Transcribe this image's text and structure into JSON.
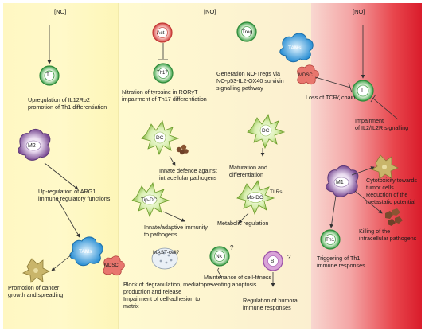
{
  "headers": {
    "left": "[NO]",
    "middle": "[NO]",
    "right": "[NO]"
  },
  "cells": {
    "t_left": "T",
    "m2": "M2",
    "tams_left": "TAMs",
    "mdsc_left": "MDSC",
    "act": "Act",
    "th17": "Th17",
    "dc1": "DC",
    "tip_dc": "Tip-DC",
    "mast": "MAST-cell?",
    "nk": "Nk",
    "nk_q": "?",
    "treg": "Treg",
    "dc2": "DC",
    "mo_dc": "Mo-DC",
    "tlrs": "TLRs",
    "b": "B",
    "b_q": "?",
    "tams_right": "TAMs",
    "mdsc_right": "MDSC",
    "t_right": "T",
    "m1": "M1",
    "th1": "Th1"
  },
  "labels": {
    "l1": "Upregulation of IL12Rb2\npromotion of Th1 differentiation",
    "l2": "Up-regulation of ARG1\nimmune regulatory functions",
    "l3": "Promotion of cancer\ngrowth and spreading",
    "m1": "Nitration of tyrosine in RORγT\nimpairment of Th17 differentiation",
    "m2": "Innate defence against\nintracellular pathogens",
    "m3": "Innate/adaptive immunity\nto pathogens",
    "m4": "Block of degranulation, mediator\nproduction and release\nImpairment of cell-adhesion to\nmatrix",
    "m5": "Maintenance of cell-fitness\npreventing apoptosis",
    "c1": "Generation NO-Tregs via\nNO-p53-IL2-OX40 survivin\nsignalling pathway",
    "c2": "Maturation and\ndifferentiation",
    "c3": "Metabolic regulation",
    "c4": "Regulation of humoral\nimmune responses",
    "r1": "Loss of TCRζ chain",
    "r2": "Impairment\nof IL2/IL2R signalling",
    "r3": "Cytotoxicity towards\ntumor cells\nReduction of the\nmetastatic potential",
    "r4": "Killing of the\nintracellular pathogens",
    "r5": "Triggering of Th1\nimmune responses"
  }
}
